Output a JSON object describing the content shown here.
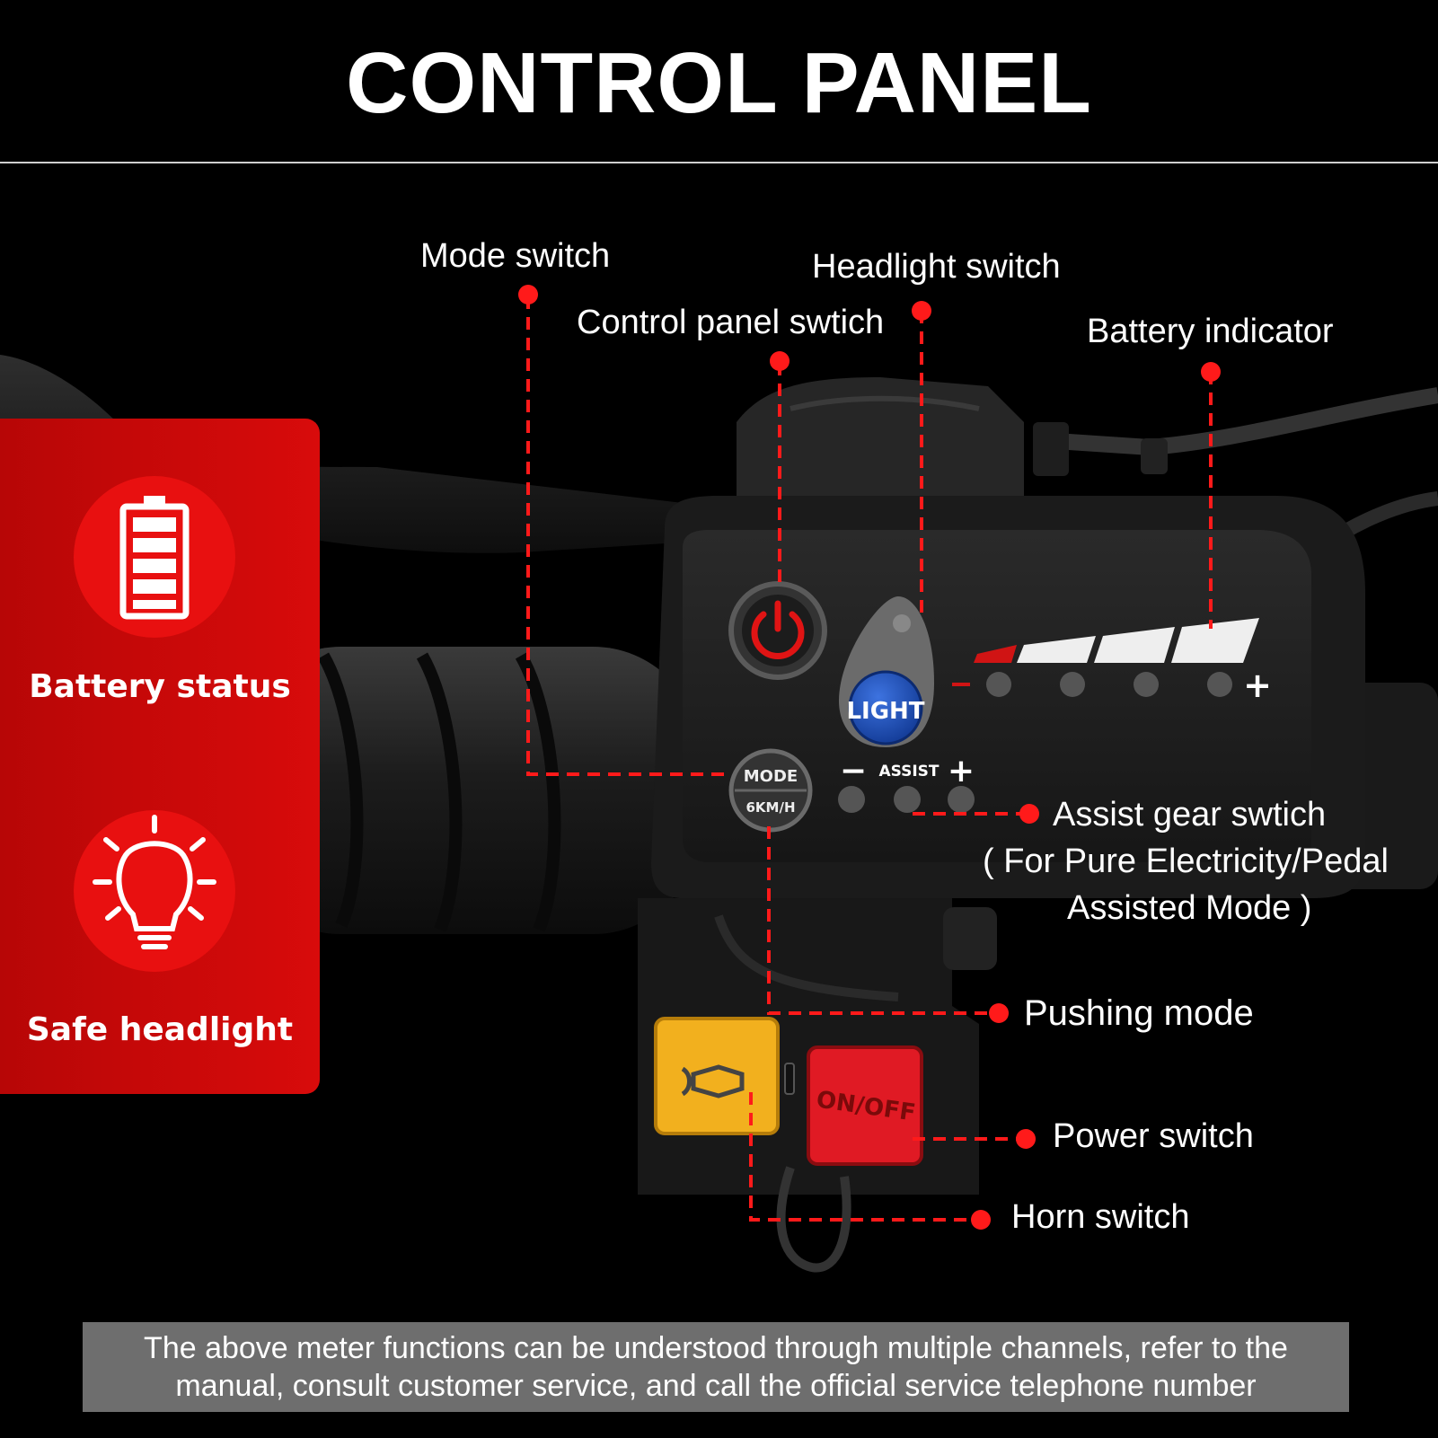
{
  "title": "CONTROL PANEL",
  "callouts": {
    "mode_switch": "Mode switch",
    "control_panel_switch": "Control panel swtich",
    "headlight_switch": "Headlight switch",
    "battery_indicator": "Battery indicator",
    "assist_gear_switch_line1": "Assist gear swtich",
    "assist_gear_switch_line2": "( For Pure Electricity/Pedal",
    "assist_gear_switch_line3": "Assisted Mode )",
    "pushing_mode": "Pushing mode",
    "power_switch": "Power switch",
    "horn_switch": "Horn switch"
  },
  "side_panel": {
    "feature1_label": "Battery status",
    "feature1_icon": "battery-icon",
    "feature2_label": "Safe headlight",
    "feature2_icon": "lightbulb-icon"
  },
  "device": {
    "mode_label": "MODE",
    "push_label": "6KM/H",
    "light_label": "LIGHT",
    "assist_label": "ASSIST",
    "minus": "−",
    "plus": "+",
    "onoff_label": "ON/OFF"
  },
  "footer": {
    "line1": "The above meter functions can be understood through multiple channels, refer to the",
    "line2": "manual, consult customer service, and call the official service telephone number"
  },
  "colors": {
    "accent_red": "#e01414",
    "panel_red": "#c90a0a",
    "callout_red": "#ff1a1a",
    "light_blue": "#1f4fb8",
    "horn_yellow": "#f2b01e",
    "footer_gray": "#6e6e6e"
  }
}
